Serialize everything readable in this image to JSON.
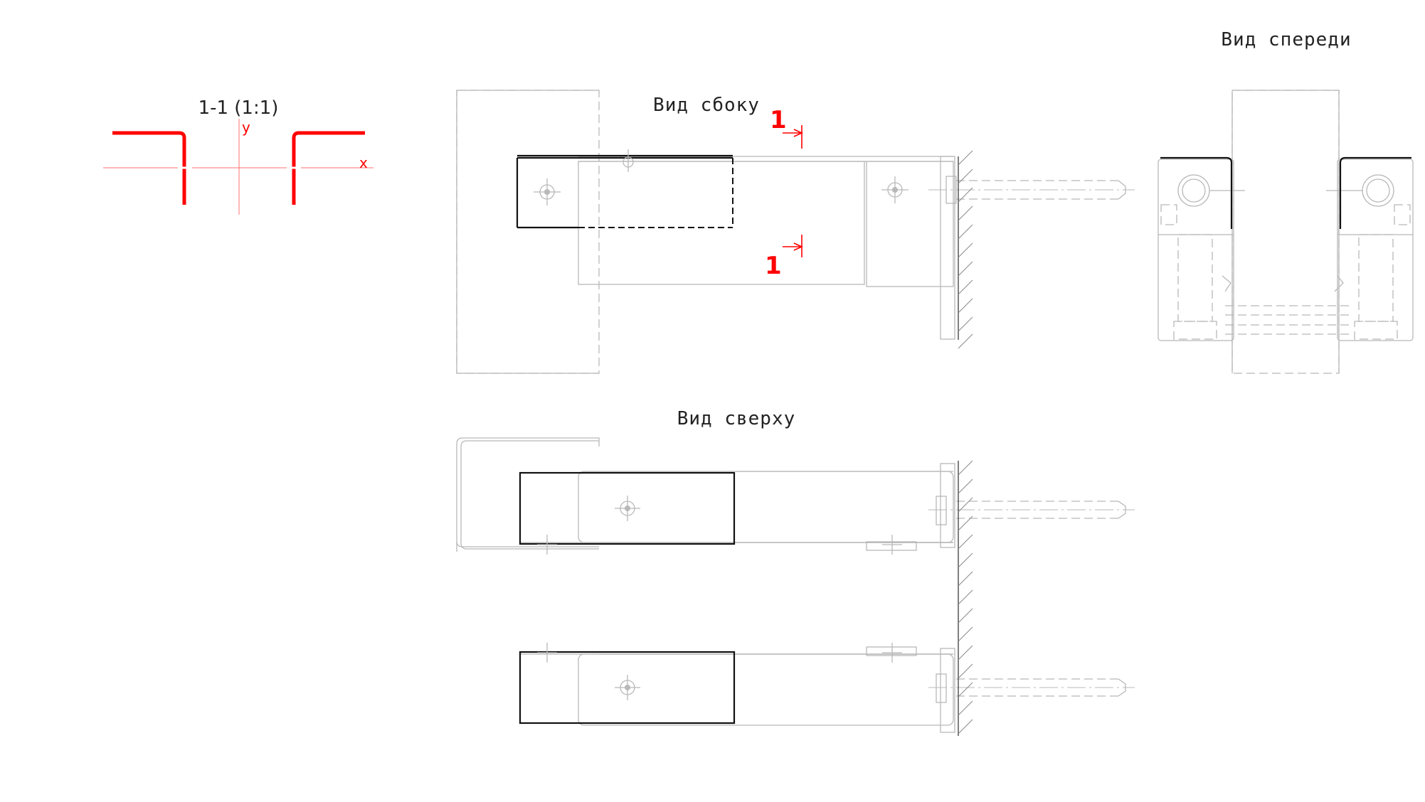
{
  "drawing": {
    "section_label": "1-1 (1:1)",
    "axis_y": "y",
    "axis_x": "x",
    "side_view_title": "Вид сбоку",
    "front_view_title": "Вид спереди",
    "top_view_title": "Вид сверху",
    "cut_marker_top": "1",
    "cut_marker_bottom": "1"
  },
  "colors": {
    "section_line": "#ff0000",
    "outline": "#111111",
    "hidden_detail": "#b8b8b8"
  }
}
